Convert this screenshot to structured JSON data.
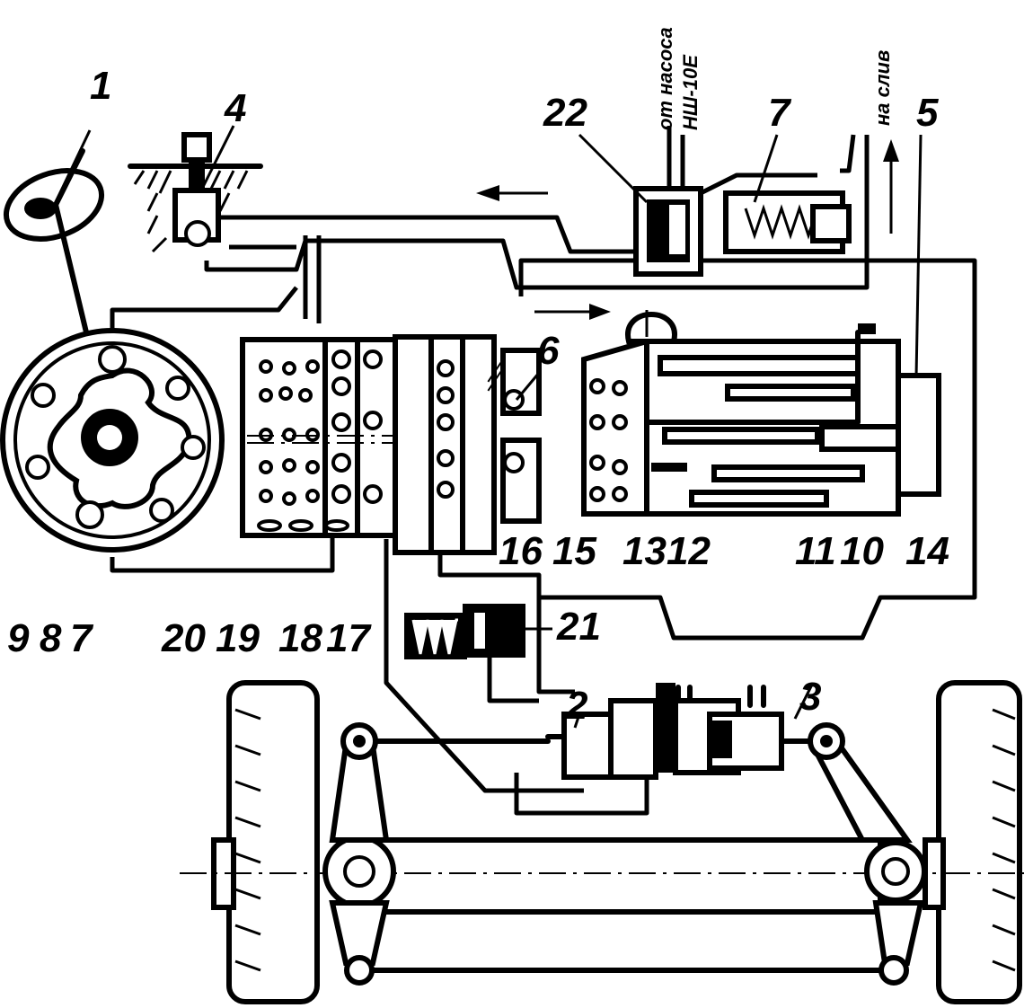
{
  "diagram": {
    "callouts": [
      "1",
      "2",
      "3",
      "4",
      "5",
      "6",
      "7",
      "7",
      "8",
      "9",
      "10",
      "11",
      "12",
      "13",
      "14",
      "15",
      "16",
      "17",
      "18",
      "19",
      "20",
      "21",
      "22"
    ],
    "notes": {
      "from_pump": "от насоса",
      "pump_model": "НШ-10Е",
      "to_drain": "на слив"
    }
  }
}
